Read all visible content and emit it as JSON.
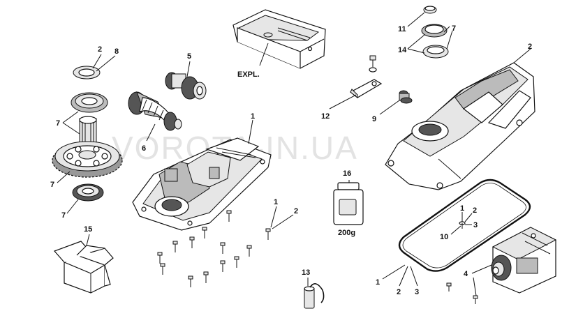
{
  "watermark": "VOROTA-IN.UA",
  "callouts": {
    "c2_seal": "2",
    "c8": "8",
    "c5": "5",
    "c6": "6",
    "c7_bearing_top": "7",
    "c7_gear": "7",
    "c7_gear_low": "7",
    "c7_bearing_low": "7",
    "c1_base": "1",
    "c15": "15",
    "explode": "EXPL.",
    "c16": "16",
    "grease_weight": "200g",
    "c12": "12",
    "c9": "9",
    "c13": "13",
    "c1_screw": "1",
    "c2_screw": "2",
    "c11": "11",
    "c7_ring": "7",
    "c14": "14",
    "c2_cover": "2",
    "c1_small": "1",
    "c2_small": "2",
    "c3_small": "3",
    "c10": "10",
    "c1_gasket": "1",
    "c2_gasket": "2",
    "c3_gasket": "3",
    "c4_motor": "4"
  }
}
